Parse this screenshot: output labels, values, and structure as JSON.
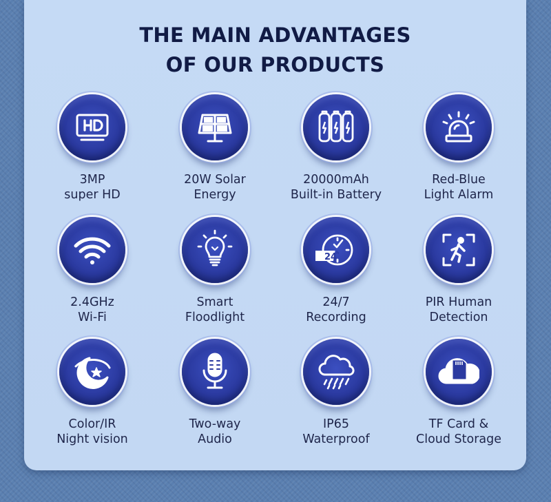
{
  "title": {
    "line1": "THE MAIN ADVANTAGES",
    "line2": "OF OUR PRODUCTS"
  },
  "features": [
    {
      "icon": "hd-monitor-icon",
      "line1": "3MP",
      "line2": "super HD"
    },
    {
      "icon": "solar-panel-icon",
      "line1": "20W Solar",
      "line2": "Energy"
    },
    {
      "icon": "battery-icon",
      "line1": "20000mAh",
      "line2": "Built-in Battery"
    },
    {
      "icon": "alarm-light-icon",
      "line1": "Red-Blue",
      "line2": "Light Alarm"
    },
    {
      "icon": "wifi-icon",
      "line1": "2.4GHz",
      "line2": "Wi-Fi"
    },
    {
      "icon": "light-bulb-icon",
      "line1": "Smart",
      "line2": "Floodlight"
    },
    {
      "icon": "clock-24h-icon",
      "line1": "24/7",
      "line2": "Recording"
    },
    {
      "icon": "human-detection-icon",
      "line1": "PIR Human",
      "line2": "Detection"
    },
    {
      "icon": "night-vision-icon",
      "line1": "Color/IR",
      "line2": "Night vision"
    },
    {
      "icon": "microphone-icon",
      "line1": "Two-way",
      "line2": "Audio"
    },
    {
      "icon": "rain-cloud-icon",
      "line1": "IP65",
      "line2": "Waterproof"
    },
    {
      "icon": "sd-card-cloud-icon",
      "line1": "TF Card &",
      "line2": "Cloud Storage"
    }
  ],
  "colors": {
    "background": "#5a7fb0",
    "panel": "#c5daf5",
    "badge": "#2b3aa0",
    "title_text": "#111b45",
    "label_text": "#1e254a"
  }
}
